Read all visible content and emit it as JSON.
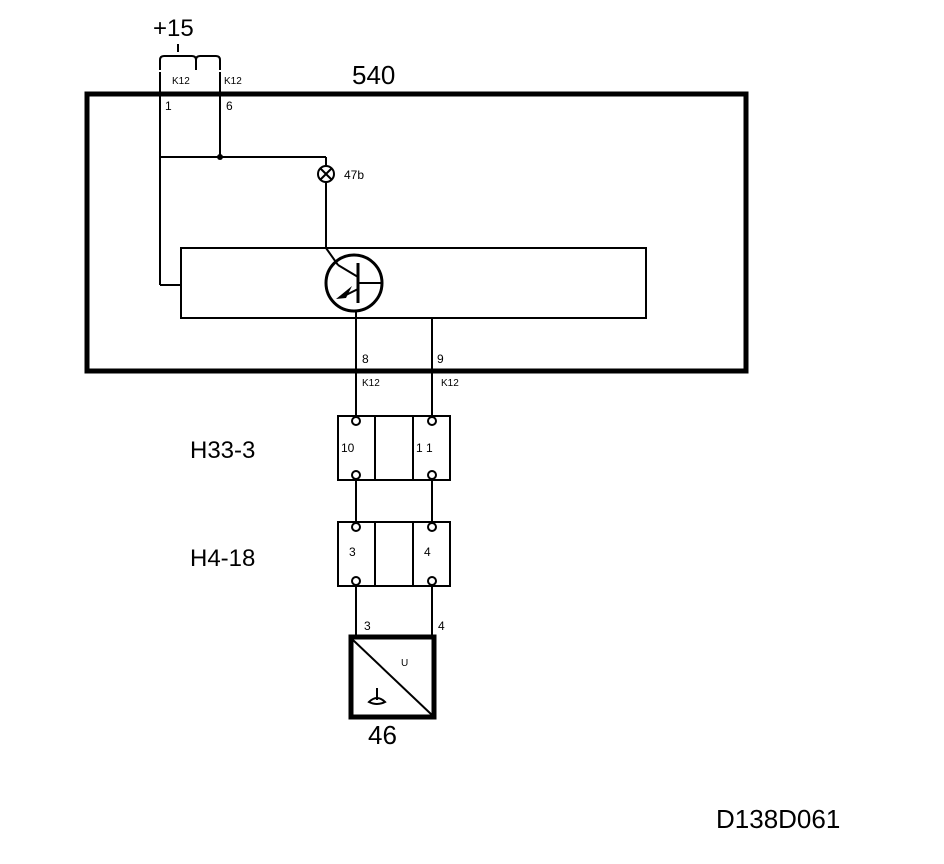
{
  "supply": {
    "label": "+15"
  },
  "module": {
    "number": "540",
    "connector_left": "K12",
    "connector_right": "K12",
    "pin_left": "1",
    "pin_right": "6",
    "lamp_label": "47b",
    "pin_out_left": "8",
    "pin_out_right": "9",
    "connector_out_left": "K12",
    "connector_out_right": "K12"
  },
  "connectors": [
    {
      "name": "H33-3",
      "pin_left": "10",
      "pin_right": "1 1"
    },
    {
      "name": "H4-18",
      "pin_left": "3",
      "pin_right": "4"
    }
  ],
  "sensor": {
    "number": "46",
    "pin_left": "3",
    "pin_right": "4",
    "symbol_text": "U"
  },
  "diagram_id": "D138D061"
}
